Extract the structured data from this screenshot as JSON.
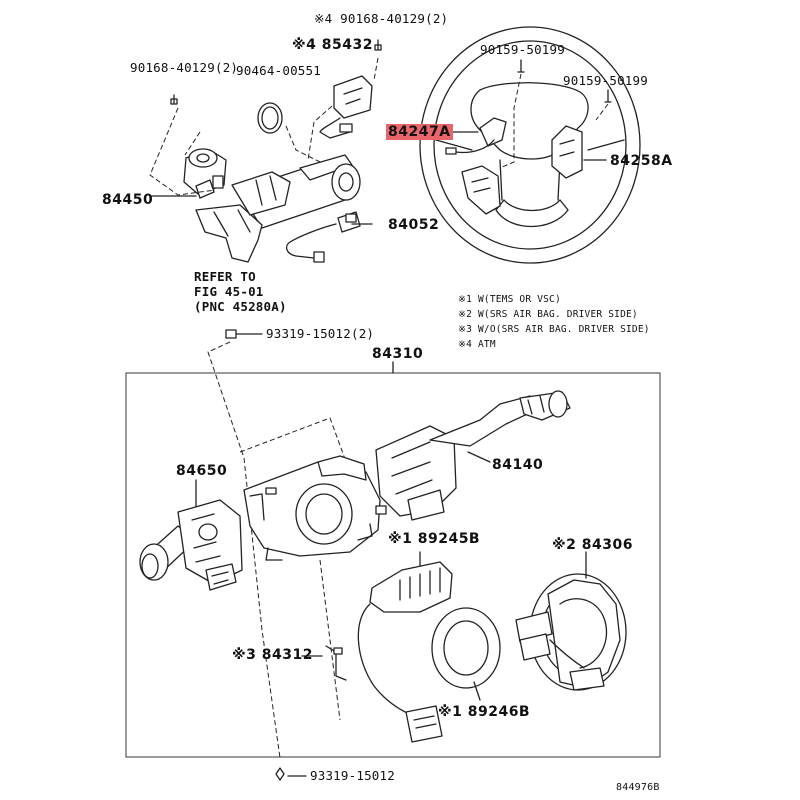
{
  "colors": {
    "line": "#222222",
    "highlight": "#e8656a",
    "background": "#ffffff"
  },
  "labels": {
    "p90168_top": "※4 90168-40129(2)",
    "p85432": "※4 85432",
    "p90168_left": "90168-40129(2)",
    "p90464": "90464-00551",
    "p84450": "84450",
    "p84052": "84052",
    "refer_line1": "REFER TO",
    "refer_line2": "FIG 45-01",
    "refer_line3": "(PNC 45280A)",
    "p90159_a": "90159-50199",
    "p90159_b": "90159-50199",
    "p84247A": "84247A",
    "p84258A": "84258A",
    "p93319_top": "93319-15012(2)",
    "p84310": "84310",
    "p84650": "84650",
    "p84140": "84140",
    "p89245B": "※1 89245B",
    "p84306": "※2 84306",
    "p84312": "※3 84312",
    "p89246B": "※1 89246B",
    "p93319_bottom": "93319-15012",
    "figure_code": "844976B"
  },
  "notes": [
    "※1 W(TEMS OR VSC)",
    "※2 W(SRS AIR BAG. DRIVER SIDE)",
    "※3 W/O(SRS AIR BAG. DRIVER SIDE)",
    "※4 ATM"
  ],
  "highlighted_part": "84247A"
}
